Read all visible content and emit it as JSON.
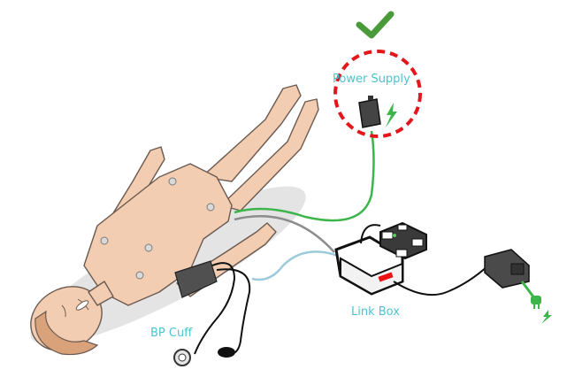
{
  "diagram": {
    "labels": {
      "power_supply": "Power Supply",
      "link_box": "Link Box",
      "bp_cuff": "BP Cuff"
    },
    "status_icon": "checkmark-icon",
    "colors": {
      "label": "#4cc3cf",
      "check": "#4a9a3a",
      "highlight_ring": "#e3161b",
      "power_cable": "#3cb54a",
      "gray_cable": "#8c8c8c",
      "blue_cable": "#9cc9dc",
      "skin": "#f3cdb2",
      "hair": "#d9a27a",
      "device": "#4a4a4a"
    }
  }
}
